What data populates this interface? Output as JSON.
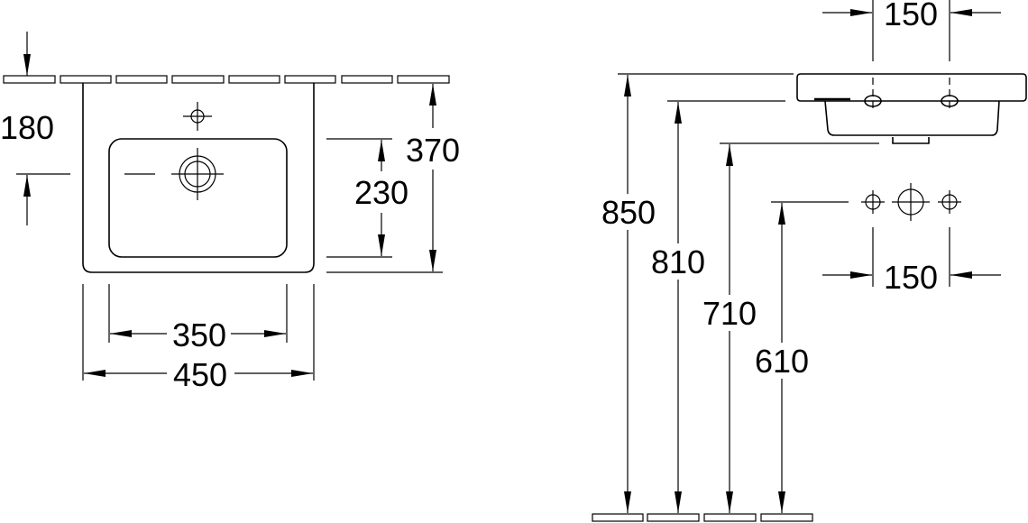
{
  "plan_view": {
    "dims": {
      "tap_to_wall": "180",
      "bowl_depth": "230",
      "overall_depth": "370",
      "bowl_width": "350",
      "overall_width": "450"
    }
  },
  "side_view": {
    "dims": {
      "tap_spacing_top": "150",
      "rim_height": "850",
      "underside_height": "810",
      "drain_height": "710",
      "supply_height": "610",
      "supply_spacing": "150"
    }
  },
  "colors": {
    "line": "#000000",
    "background": "#ffffff"
  }
}
